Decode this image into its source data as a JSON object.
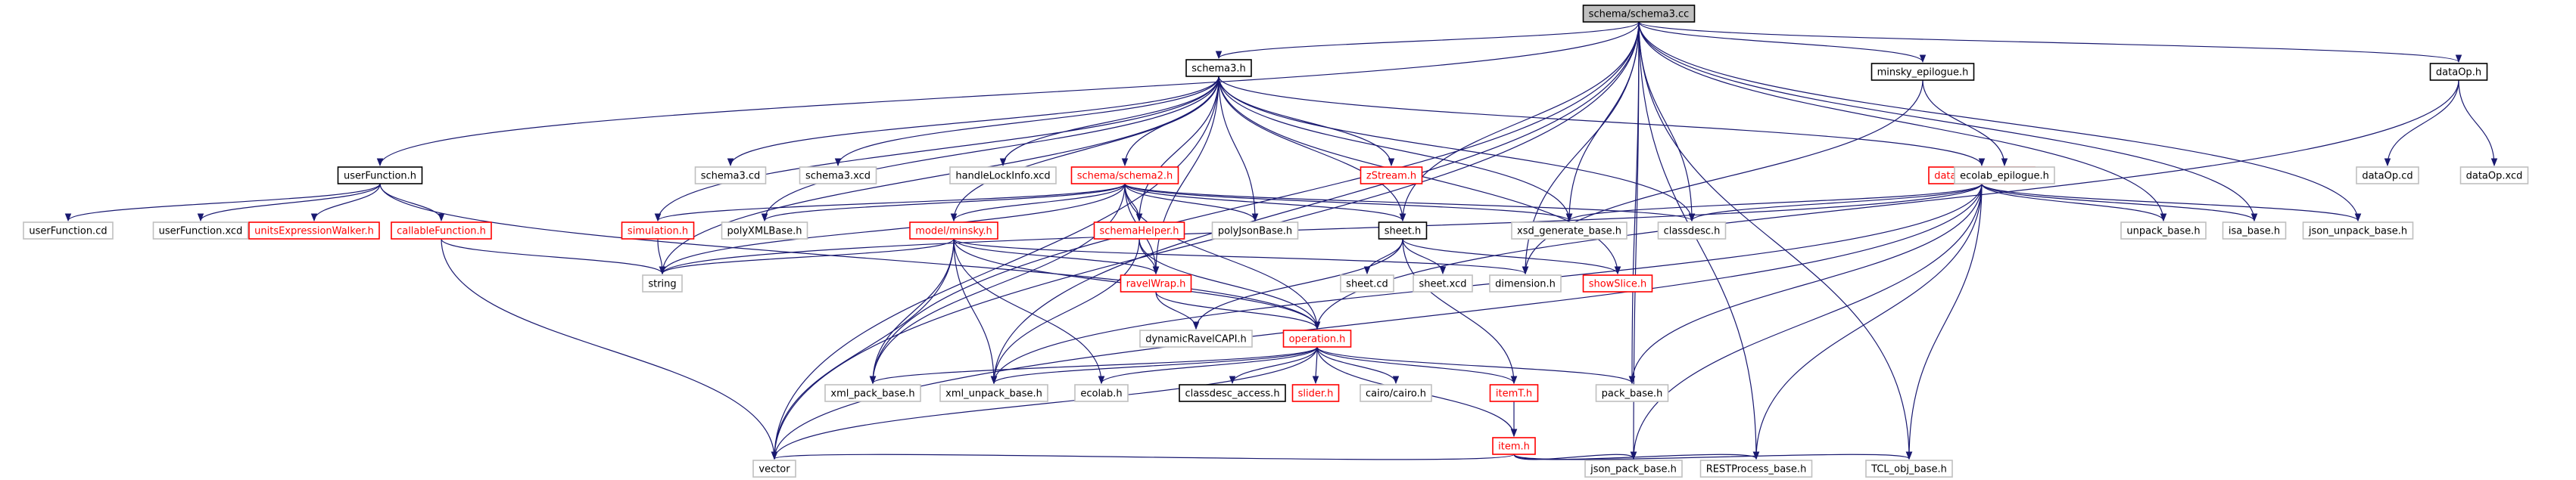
{
  "graph": {
    "title": "schema/schema3.cc",
    "colors": {
      "edge": "#191970",
      "root_fill": "#bfbfbf",
      "root_border": "#000000",
      "documented_border": "#000000",
      "missing_border": "#ff0000",
      "system_border": "#bfbfbf",
      "text_documented": "#000000",
      "text_missing": "#ff0000",
      "text_system": "#000000"
    },
    "nodes": [
      {
        "id": "root",
        "label": "schema/schema3.cc",
        "kind": "root"
      },
      {
        "id": "schema3_h",
        "label": "schema3.h",
        "kind": "documented"
      },
      {
        "id": "userFunction_h",
        "label": "userFunction.h",
        "kind": "documented"
      },
      {
        "id": "minsky_epilogue_h",
        "label": "minsky_epilogue.h",
        "kind": "documented"
      },
      {
        "id": "dataOp_h",
        "label": "dataOp.h",
        "kind": "documented"
      },
      {
        "id": "schema2_h",
        "label": "schema/schema2.h",
        "kind": "missing"
      },
      {
        "id": "dataSpecSchema_h",
        "label": "dataSpecSchema.h",
        "kind": "missing"
      },
      {
        "id": "schema3_cd",
        "label": "schema3.cd",
        "kind": "system"
      },
      {
        "id": "schema3_xcd",
        "label": "schema3.xcd",
        "kind": "system"
      },
      {
        "id": "handleLockInfo_xcd",
        "label": "handleLockInfo.xcd",
        "kind": "system"
      },
      {
        "id": "zStream_h",
        "label": "zStream.h",
        "kind": "missing"
      },
      {
        "id": "ecolab_epilogue_h",
        "label": "ecolab_epilogue.h",
        "kind": "system"
      },
      {
        "id": "dataOp_cd",
        "label": "dataOp.cd",
        "kind": "system"
      },
      {
        "id": "dataOp_xcd",
        "label": "dataOp.xcd",
        "kind": "system"
      },
      {
        "id": "userFunction_cd",
        "label": "userFunction.cd",
        "kind": "system"
      },
      {
        "id": "userFunction_xcd",
        "label": "userFunction.xcd",
        "kind": "system"
      },
      {
        "id": "unitsExpressionWalker_h",
        "label": "unitsExpressionWalker.h",
        "kind": "missing"
      },
      {
        "id": "callableFunction_h",
        "label": "callableFunction.h",
        "kind": "missing"
      },
      {
        "id": "simulation_h",
        "label": "simulation.h",
        "kind": "missing"
      },
      {
        "id": "polyXMLBase_h",
        "label": "polyXMLBase.h",
        "kind": "system"
      },
      {
        "id": "minsky_h",
        "label": "model/minsky.h",
        "kind": "missing"
      },
      {
        "id": "schemaHelper_h",
        "label": "schemaHelper.h",
        "kind": "missing"
      },
      {
        "id": "polyJsonBase_h",
        "label": "polyJsonBase.h",
        "kind": "system"
      },
      {
        "id": "sheet_h",
        "label": "sheet.h",
        "kind": "documented"
      },
      {
        "id": "xsd_generate_base_h",
        "label": "xsd_generate_base.h",
        "kind": "system"
      },
      {
        "id": "classdesc_h",
        "label": "classdesc.h",
        "kind": "system"
      },
      {
        "id": "unpack_base_h",
        "label": "unpack_base.h",
        "kind": "system"
      },
      {
        "id": "isa_base_h",
        "label": "isa_base.h",
        "kind": "system"
      },
      {
        "id": "json_unpack_base_h",
        "label": "json_unpack_base.h",
        "kind": "system"
      },
      {
        "id": "string",
        "label": "string",
        "kind": "system"
      },
      {
        "id": "ravelWrap_h",
        "label": "ravelWrap.h",
        "kind": "missing"
      },
      {
        "id": "dimension_h",
        "label": "dimension.h",
        "kind": "system"
      },
      {
        "id": "sheet_cd",
        "label": "sheet.cd",
        "kind": "system"
      },
      {
        "id": "sheet_xcd",
        "label": "sheet.xcd",
        "kind": "system"
      },
      {
        "id": "showSlice_h",
        "label": "showSlice.h",
        "kind": "missing"
      },
      {
        "id": "dynamicRavelCAPI_h",
        "label": "dynamicRavelCAPI.h",
        "kind": "system"
      },
      {
        "id": "operation_h",
        "label": "operation.h",
        "kind": "missing"
      },
      {
        "id": "xml_pack_base_h",
        "label": "xml_pack_base.h",
        "kind": "system"
      },
      {
        "id": "xml_unpack_base_h",
        "label": "xml_unpack_base.h",
        "kind": "system"
      },
      {
        "id": "ecolab_h",
        "label": "ecolab.h",
        "kind": "system"
      },
      {
        "id": "classdesc_access_h",
        "label": "classdesc_access.h",
        "kind": "documented"
      },
      {
        "id": "slider_h",
        "label": "slider.h",
        "kind": "missing"
      },
      {
        "id": "cairo_h",
        "label": "cairo/cairo.h",
        "kind": "system"
      },
      {
        "id": "itemT_h",
        "label": "itemT.h",
        "kind": "missing"
      },
      {
        "id": "pack_base_h",
        "label": "pack_base.h",
        "kind": "system"
      },
      {
        "id": "item_h",
        "label": "item.h",
        "kind": "missing"
      },
      {
        "id": "vector",
        "label": "vector",
        "kind": "system"
      },
      {
        "id": "json_pack_base_h",
        "label": "json_pack_base.h",
        "kind": "system"
      },
      {
        "id": "RESTProcess_base_h",
        "label": "RESTProcess_base.h",
        "kind": "system"
      },
      {
        "id": "TCL_obj_base_h",
        "label": "TCL_obj_base.h",
        "kind": "system"
      }
    ],
    "edges": [
      [
        "root",
        "schema3_h"
      ],
      [
        "root",
        "userFunction_h"
      ],
      [
        "root",
        "minsky_epilogue_h"
      ],
      [
        "root",
        "dataOp_h"
      ],
      [
        "root",
        "vector"
      ],
      [
        "root",
        "xml_pack_base_h"
      ],
      [
        "root",
        "xml_unpack_base_h"
      ],
      [
        "root",
        "sheet_h"
      ],
      [
        "root",
        "xsd_generate_base_h"
      ],
      [
        "root",
        "classdesc_h"
      ],
      [
        "root",
        "unpack_base_h"
      ],
      [
        "root",
        "isa_base_h"
      ],
      [
        "root",
        "json_unpack_base_h"
      ],
      [
        "root",
        "pack_base_h"
      ],
      [
        "root",
        "json_pack_base_h"
      ],
      [
        "root",
        "RESTProcess_base_h"
      ],
      [
        "root",
        "TCL_obj_base_h"
      ],
      [
        "root",
        "dimension_h"
      ],
      [
        "schema3_h",
        "schema2_h"
      ],
      [
        "schema3_h",
        "dataSpecSchema_h"
      ],
      [
        "schema3_h",
        "schema3_cd"
      ],
      [
        "schema3_h",
        "schema3_xcd"
      ],
      [
        "schema3_h",
        "handleLockInfo_xcd"
      ],
      [
        "schema3_h",
        "zStream_h"
      ],
      [
        "schema3_h",
        "simulation_h"
      ],
      [
        "schema3_h",
        "polyXMLBase_h"
      ],
      [
        "schema3_h",
        "minsky_h"
      ],
      [
        "schema3_h",
        "schemaHelper_h"
      ],
      [
        "schema3_h",
        "polyJsonBase_h"
      ],
      [
        "schema3_h",
        "sheet_h"
      ],
      [
        "schema3_h",
        "xsd_generate_base_h"
      ],
      [
        "schema3_h",
        "classdesc_h"
      ],
      [
        "schema3_h",
        "ravelWrap_h"
      ],
      [
        "schema3_h",
        "showSlice_h"
      ],
      [
        "schema3_h",
        "string"
      ],
      [
        "schema3_h",
        "vector"
      ],
      [
        "userFunction_h",
        "userFunction_cd"
      ],
      [
        "userFunction_h",
        "userFunction_xcd"
      ],
      [
        "userFunction_h",
        "unitsExpressionWalker_h"
      ],
      [
        "userFunction_h",
        "callableFunction_h"
      ],
      [
        "userFunction_h",
        "operation_h"
      ],
      [
        "minsky_epilogue_h",
        "ecolab_epilogue_h"
      ],
      [
        "minsky_epilogue_h",
        "dimension_h"
      ],
      [
        "dataOp_h",
        "dataOp_cd"
      ],
      [
        "dataOp_h",
        "dataOp_xcd"
      ],
      [
        "dataOp_h",
        "operation_h"
      ],
      [
        "schema2_h",
        "simulation_h"
      ],
      [
        "schema2_h",
        "polyXMLBase_h"
      ],
      [
        "schema2_h",
        "minsky_h"
      ],
      [
        "schema2_h",
        "schemaHelper_h"
      ],
      [
        "schema2_h",
        "polyJsonBase_h"
      ],
      [
        "schema2_h",
        "sheet_h"
      ],
      [
        "schema2_h",
        "xsd_generate_base_h"
      ],
      [
        "schema2_h",
        "classdesc_h"
      ],
      [
        "schema2_h",
        "ravelWrap_h"
      ],
      [
        "schema2_h",
        "string"
      ],
      [
        "schema2_h",
        "xml_pack_base_h"
      ],
      [
        "schema2_h",
        "operation_h"
      ],
      [
        "dataSpecSchema_h",
        "classdesc_h"
      ],
      [
        "dataSpecSchema_h",
        "xsd_generate_base_h"
      ],
      [
        "dataSpecSchema_h",
        "unpack_base_h"
      ],
      [
        "dataSpecSchema_h",
        "isa_base_h"
      ],
      [
        "dataSpecSchema_h",
        "json_unpack_base_h"
      ],
      [
        "dataSpecSchema_h",
        "pack_base_h"
      ],
      [
        "dataSpecSchema_h",
        "json_pack_base_h"
      ],
      [
        "dataSpecSchema_h",
        "RESTProcess_base_h"
      ],
      [
        "dataSpecSchema_h",
        "TCL_obj_base_h"
      ],
      [
        "dataSpecSchema_h",
        "vector"
      ],
      [
        "dataSpecSchema_h",
        "xml_unpack_base_h"
      ],
      [
        "dataSpecSchema_h",
        "string"
      ],
      [
        "callableFunction_h",
        "string"
      ],
      [
        "callableFunction_h",
        "vector"
      ],
      [
        "simulation_h",
        "string"
      ],
      [
        "minsky_h",
        "string"
      ],
      [
        "minsky_h",
        "ravelWrap_h"
      ],
      [
        "minsky_h",
        "operation_h"
      ],
      [
        "minsky_h",
        "xml_pack_base_h"
      ],
      [
        "minsky_h",
        "xml_unpack_base_h"
      ],
      [
        "minsky_h",
        "ecolab_h"
      ],
      [
        "minsky_h",
        "vector"
      ],
      [
        "minsky_h",
        "dimension_h"
      ],
      [
        "schemaHelper_h",
        "ravelWrap_h"
      ],
      [
        "schemaHelper_h",
        "operation_h"
      ],
      [
        "schemaHelper_h",
        "xml_unpack_base_h"
      ],
      [
        "sheet_h",
        "sheet_cd"
      ],
      [
        "sheet_h",
        "sheet_xcd"
      ],
      [
        "sheet_h",
        "showSlice_h"
      ],
      [
        "sheet_h",
        "dynamicRavelCAPI_h"
      ],
      [
        "sheet_h",
        "itemT_h"
      ],
      [
        "ravelWrap_h",
        "dynamicRavelCAPI_h"
      ],
      [
        "ravelWrap_h",
        "operation_h"
      ],
      [
        "operation_h",
        "xml_pack_base_h"
      ],
      [
        "operation_h",
        "xml_unpack_base_h"
      ],
      [
        "operation_h",
        "ecolab_h"
      ],
      [
        "operation_h",
        "classdesc_access_h"
      ],
      [
        "operation_h",
        "slider_h"
      ],
      [
        "operation_h",
        "cairo_h"
      ],
      [
        "operation_h",
        "itemT_h"
      ],
      [
        "operation_h",
        "pack_base_h"
      ],
      [
        "operation_h",
        "item_h"
      ],
      [
        "operation_h",
        "vector"
      ],
      [
        "itemT_h",
        "item_h"
      ],
      [
        "item_h",
        "vector"
      ],
      [
        "item_h",
        "json_pack_base_h"
      ],
      [
        "item_h",
        "RESTProcess_base_h"
      ],
      [
        "item_h",
        "TCL_obj_base_h"
      ]
    ]
  }
}
